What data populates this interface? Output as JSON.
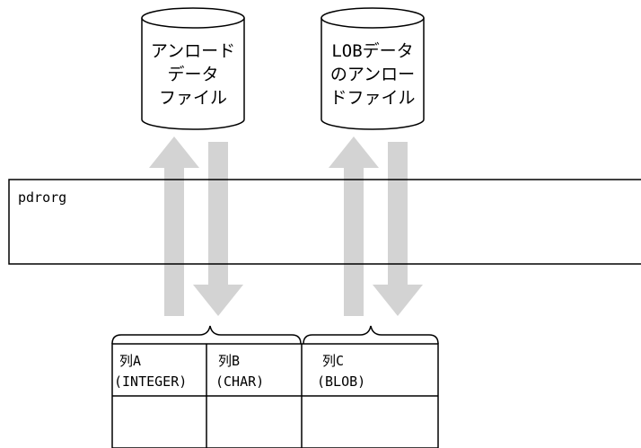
{
  "cylinders": {
    "unload_file": {
      "lines": [
        "アンロード",
        "データ",
        "ファイル"
      ]
    },
    "lob_unload_file": {
      "lines": [
        "LOBデータ",
        "のアンロー",
        "ドファイル"
      ]
    }
  },
  "process_box": {
    "label": "pdrorg"
  },
  "table": {
    "columns": [
      {
        "name": "列A",
        "type": "(INTEGER)"
      },
      {
        "name": "列B",
        "type": "(CHAR)"
      },
      {
        "name": "列C",
        "type": "(BLOB)"
      }
    ]
  },
  "colors": {
    "arrow": "#d3d3d3",
    "line": "#000000",
    "background": "#ffffff"
  }
}
